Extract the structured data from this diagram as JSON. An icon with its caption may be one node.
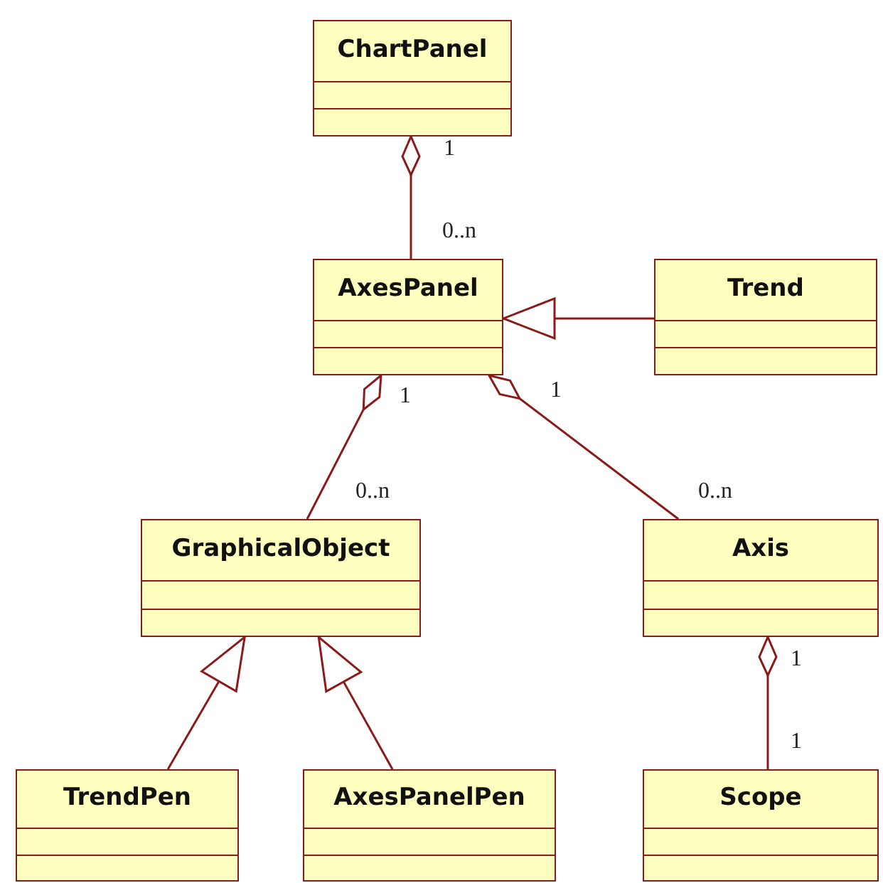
{
  "diagram": {
    "nodes": [
      {
        "text": [
          "ChartPanel"
        ]
      },
      {
        "text": [
          "AxesPanel"
        ]
      },
      {
        "text": [
          "Trend"
        ]
      },
      {
        "text": [
          "GraphicalObject"
        ]
      },
      {
        "text": [
          "Axis"
        ]
      },
      {
        "text": [
          "TrendPen"
        ]
      },
      {
        "text": [
          "AxesPanelPen"
        ]
      },
      {
        "text": [
          "Scope"
        ]
      }
    ],
    "edges": [
      {
        "from": 0,
        "to": 1,
        "arrow": "other"
      },
      {
        "from": 2,
        "to": 1,
        "arrow": "to"
      },
      {
        "from": 1,
        "to": 3,
        "arrow": "other"
      },
      {
        "from": 1,
        "to": 4,
        "arrow": "other"
      },
      {
        "from": 5,
        "to": 3,
        "arrow": "to"
      },
      {
        "from": 6,
        "to": 3,
        "arrow": "to"
      },
      {
        "from": 4,
        "to": 7,
        "arrow": "other"
      }
    ],
    "labels": [
      "1",
      "0..n",
      "1",
      "1",
      "0..n",
      "0..n",
      "1",
      "1"
    ]
  }
}
